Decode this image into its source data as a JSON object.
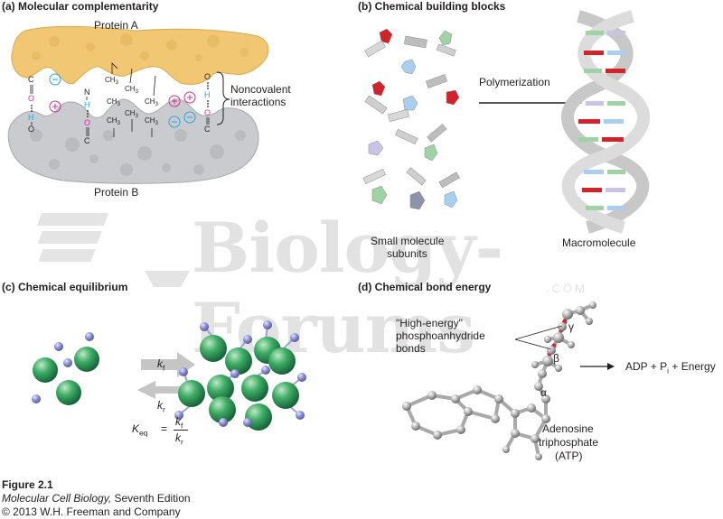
{
  "panels": {
    "a": {
      "title": "(a) Molecular complementarity",
      "protein_a": "Protein A",
      "protein_b": "Protein B",
      "noncovalent": [
        "Noncovalent",
        "interactions"
      ],
      "ch3": "CH3"
    },
    "b": {
      "title": "(b) Chemical building blocks",
      "arrow_label": "Polymerization",
      "left_label": [
        "Small molecule",
        "subunits"
      ],
      "right_label": "Macromolecule"
    },
    "c": {
      "title": "(c) Chemical equilibrium",
      "kf": "k",
      "kf_sub": "f",
      "kr": "k",
      "kr_sub": "r",
      "keq": "K",
      "keq_sub": "eq",
      "eq": "="
    },
    "d": {
      "title": "(d) Chemical bond energy",
      "bonds_label": [
        "\"High-energy\"",
        "phosphoanhydride",
        "bonds"
      ],
      "gamma": "γ",
      "beta": "β",
      "alpha": "α",
      "product_pre": "ADP + P",
      "product_sub": "i",
      "product_post": " + Energy",
      "atp": [
        "Adenosine",
        "triphosphate",
        "(ATP)"
      ]
    }
  },
  "watermark": {
    "text": "Biology-Forums",
    "dotcom": ".COM"
  },
  "caption": {
    "figure": "Figure 2.1",
    "book": "Molecular Cell Biology,",
    "edition": " Seventh Edition",
    "copyright": "© 2013 W.H. Freeman and Company"
  },
  "colors": {
    "protein_a": "#f2c774",
    "protein_b": "#c9cbce",
    "green": "#2e9b57",
    "blue": "#8d93d4",
    "red": "#d2232a",
    "pink": "#d6308f",
    "cyan": "#2aa6d8"
  }
}
